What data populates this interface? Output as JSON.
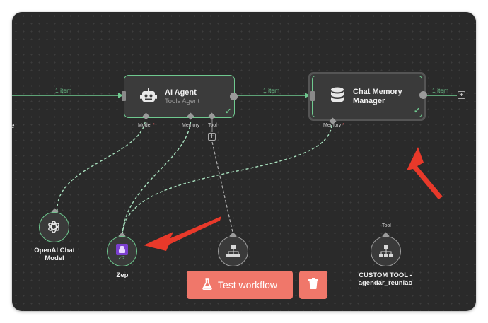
{
  "colors": {
    "canvas_bg": "#2a2a2a",
    "connection_green": "#6fc98f",
    "required_red": "#ff6d6d",
    "button_coral": "#f0776a",
    "arrow_red": "#e8392a",
    "zep_purple": "#7b3fd0"
  },
  "connections": {
    "incoming_label": "1 item",
    "agent_to_memory_label": "1 item",
    "memory_out_label": "1 item"
  },
  "agent_node": {
    "title": "AI Agent",
    "subtitle": "Tools Agent",
    "icon": "robot-icon",
    "ports": {
      "model_label": "Model",
      "model_required": "*",
      "memory_label": "Memory",
      "tool_label": "Tool"
    }
  },
  "memory_node": {
    "title_line1": "Chat Memory",
    "title_line2": "Manager",
    "icon": "database-icon",
    "ports": {
      "memory_label": "Memory",
      "memory_required": "*"
    }
  },
  "sub_nodes": {
    "openai": {
      "label_line1": "OpenAI Chat",
      "label_line2": "Model",
      "icon": "openai-icon"
    },
    "zep": {
      "label": "Zep",
      "icon": "zep-icon",
      "badge": "✓2"
    },
    "tool_placeholder": {
      "icon": "sitemap-icon"
    },
    "custom_tool": {
      "port_label": "Tool",
      "label_line1": "CUSTOM TOOL -",
      "label_line2": "agendar_reuniao",
      "icon": "sitemap-icon"
    }
  },
  "left_edge_char": "e",
  "buttons": {
    "test_workflow": "Test workflow",
    "delete_icon": "trash-icon"
  },
  "plus_glyph": "+"
}
